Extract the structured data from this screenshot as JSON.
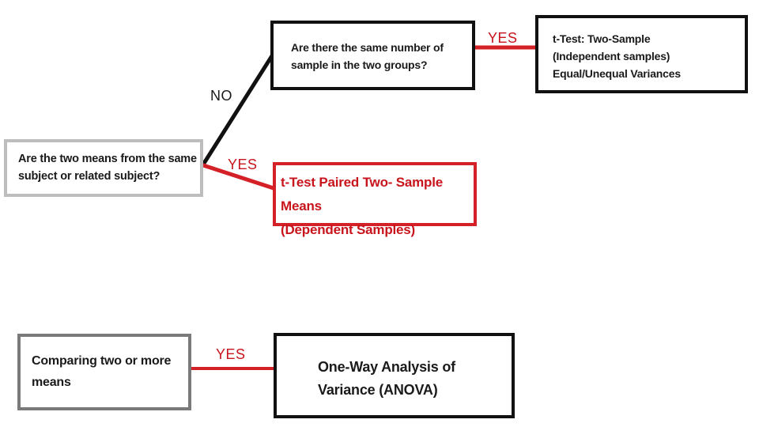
{
  "nodes": {
    "same_subject_question": "Are the two means from the same\nsubject or related subject?",
    "same_number_question": "Are there the same number of\nsample in the two groups?",
    "paired_result": "t-Test Paired Two- Sample Means\n(Dependent Samples)",
    "two_sample_result": "t-Test: Two-Sample\n (Independent samples)\nEqual/Unequal Variances",
    "compare_question": "Comparing two or more\nmeans",
    "anova_result": "One-Way Analysis of\nVariance (ANOVA)"
  },
  "edges": {
    "no_label": "NO",
    "yes_paired_label": "YES",
    "yes_two_sample_label": "YES",
    "yes_anova_label": "YES"
  },
  "colors": {
    "yes": "#c8141c",
    "no_line": "#111111",
    "paired_border": "#d42027",
    "question_border_light": "#bdbdbd",
    "question_border_dark": "#7a7a7a",
    "result_border": "#111111"
  }
}
